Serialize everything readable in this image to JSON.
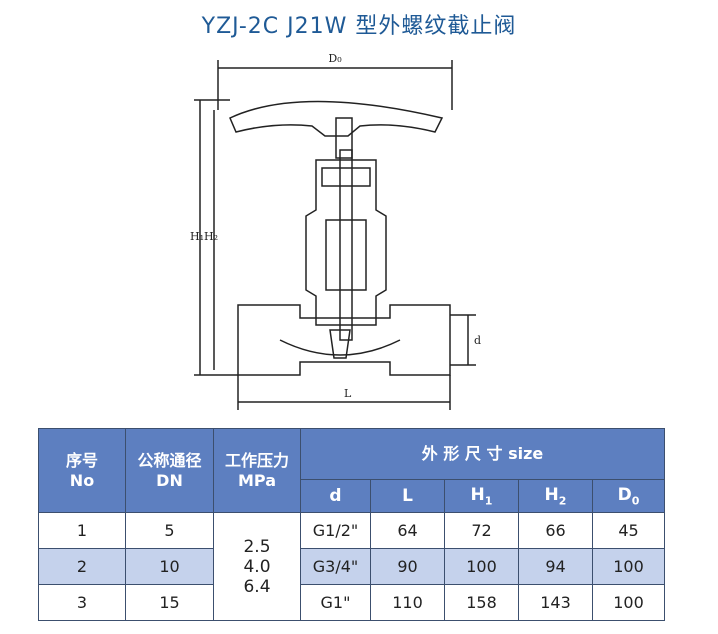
{
  "title": "YZJ-2C J21W 型外螺纹截止阀",
  "drawing": {
    "labels": {
      "d0": "D₀",
      "h1": "H₁",
      "h2": "H₂",
      "d": "d",
      "l": "L"
    }
  },
  "table": {
    "col_no": {
      "zh": "序号",
      "en": "No"
    },
    "col_dn": {
      "zh": "公称通径",
      "en": "DN"
    },
    "col_pressure": {
      "zh": "工作压力",
      "en": "MPa"
    },
    "col_dims": "外 形 尺 寸 size",
    "sub_headers": [
      "d",
      "L",
      "H1",
      "H2",
      "D0"
    ],
    "pressure_values": [
      "2.5",
      "4.0",
      "6.4"
    ],
    "rows": [
      {
        "no": "1",
        "dn": "5",
        "d": "G1/2\"",
        "l": "64",
        "h1": "72",
        "h2": "66",
        "d0": "45"
      },
      {
        "no": "2",
        "dn": "10",
        "d": "G3/4\"",
        "l": "90",
        "h1": "100",
        "h2": "94",
        "d0": "100"
      },
      {
        "no": "3",
        "dn": "15",
        "d": "G1\"",
        "l": "110",
        "h1": "158",
        "h2": "143",
        "d0": "100"
      }
    ]
  }
}
